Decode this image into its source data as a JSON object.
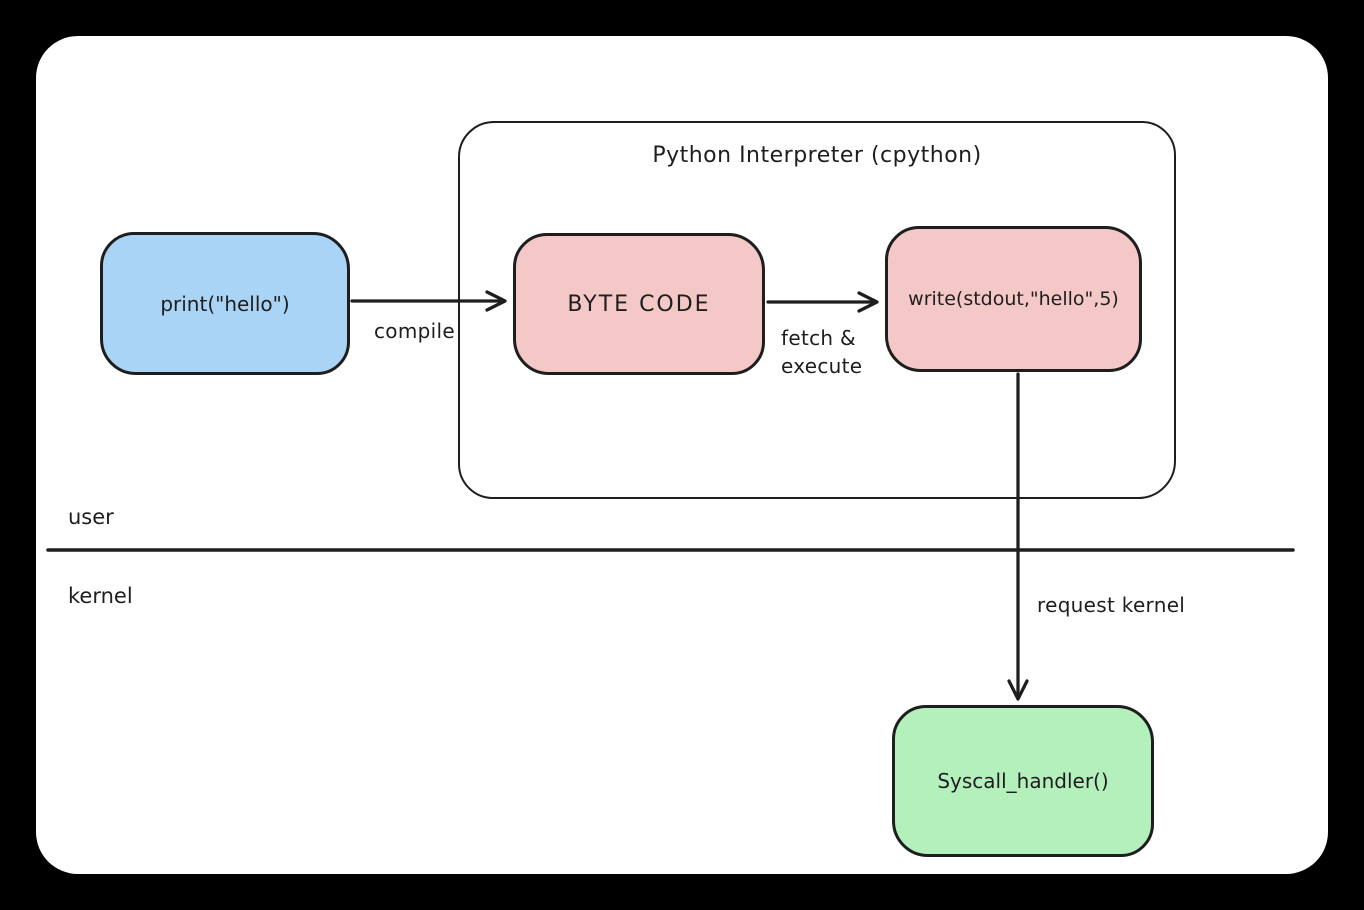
{
  "page": {
    "background": "#000000",
    "canvas": "#ffffff",
    "stroke": "#1e1e1e"
  },
  "diagram": {
    "container": {
      "title": "Python Interpreter (cpython)"
    },
    "nodes": {
      "print": {
        "label": "print(\"hello\")",
        "fill": "#a9d4f5"
      },
      "bytecode": {
        "label": "BYTE CODE",
        "fill": "#f5c8c8"
      },
      "write": {
        "label": "write(stdout,\"hello\",5)",
        "fill": "#f5c8c8"
      },
      "syscall": {
        "label": "Syscall_handler()",
        "fill": "#b4f0bc"
      }
    },
    "edges": {
      "compile": {
        "label": "compile"
      },
      "fetch_execute": {
        "label_line1": "fetch &",
        "label_line2": "execute"
      },
      "request_kernel": {
        "label": "request kernel"
      }
    },
    "zones": {
      "user": "user",
      "kernel": "kernel"
    }
  }
}
